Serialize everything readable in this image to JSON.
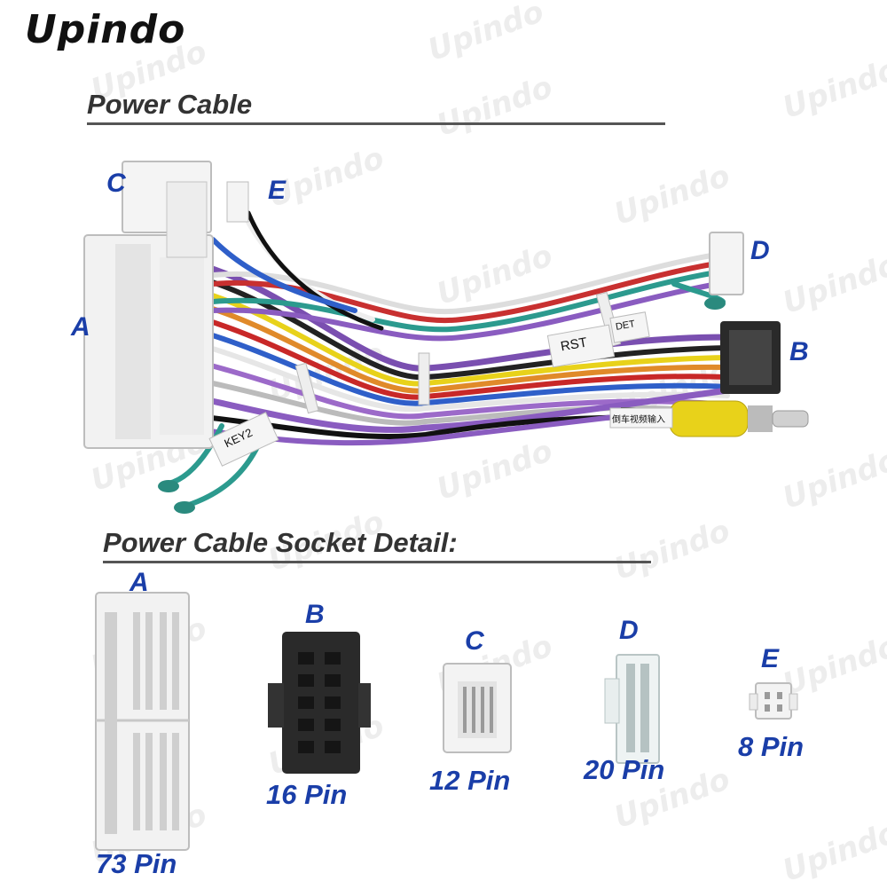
{
  "brand": {
    "logo": "Upindo",
    "watermark": "Upindo"
  },
  "sections": {
    "cable_title": "Power Cable",
    "socket_title": "Power Cable Socket Detail:"
  },
  "cable_labels": {
    "a": "A",
    "b": "B",
    "c": "C",
    "d": "D",
    "e": "E"
  },
  "wire_tags": {
    "rst": "RST",
    "det": "DET",
    "key2": "KEY2",
    "back": "倒车视频输入"
  },
  "sockets": [
    {
      "letter": "A",
      "pins": "73 Pin"
    },
    {
      "letter": "B",
      "pins": "16 Pin"
    },
    {
      "letter": "C",
      "pins": "12 Pin"
    },
    {
      "letter": "D",
      "pins": "20 Pin"
    },
    {
      "letter": "E",
      "pins": "8 Pin"
    }
  ],
  "colors": {
    "label_blue": "#1a3ea8",
    "heading_gray": "#333333",
    "connector_white": "#f2f2f2",
    "connector_black": "#2a2a2a",
    "rca_yellow": "#e8d21a"
  }
}
